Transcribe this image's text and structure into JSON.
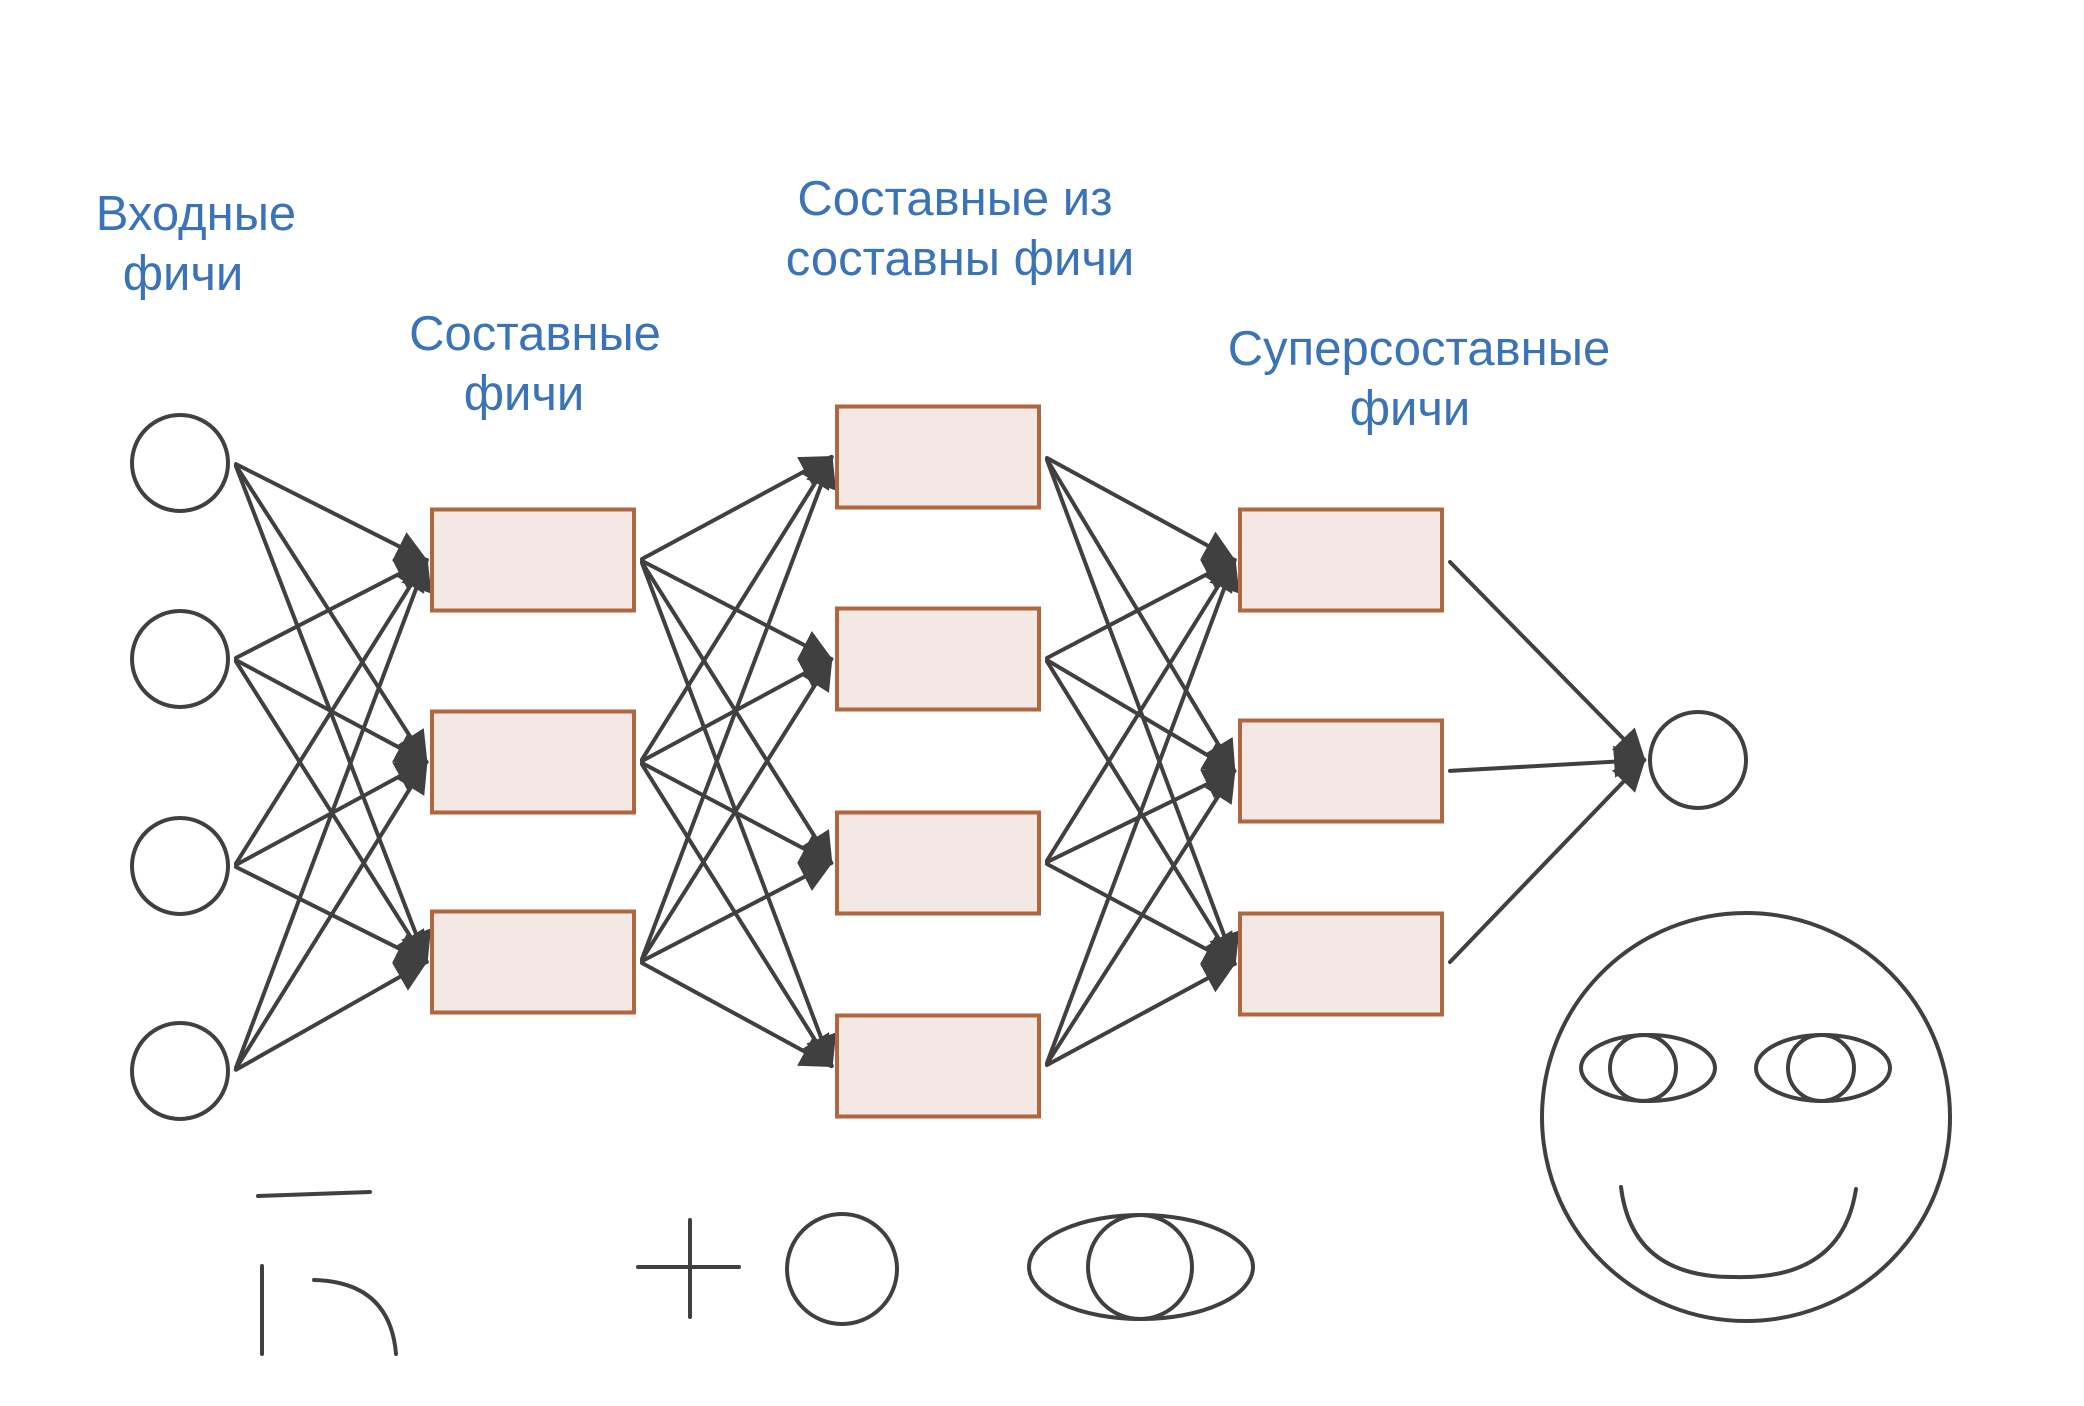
{
  "labels": {
    "input": [
      "Входные",
      "фичи"
    ],
    "composite": [
      "Составные",
      "фичи"
    ],
    "composite_of_composite": [
      "Составные из",
      "составны фичи"
    ],
    "super_composite": [
      "Суперсоставные",
      "фичи"
    ]
  },
  "layers": {
    "input_nodes": 4,
    "composite_nodes": 3,
    "composite_of_composite_nodes": 4,
    "super_composite_nodes": 3,
    "output_nodes": 1
  },
  "colors": {
    "label_text": "#3a73b7",
    "box_fill": "#f3e8e4",
    "box_stroke": "#b0663f",
    "line": "#404040",
    "background": "#ffffff"
  },
  "illustrations": [
    "edge-fragments-sketch",
    "cross-and-circle-sketch",
    "eye-sketch",
    "smiley-face-sketch"
  ]
}
